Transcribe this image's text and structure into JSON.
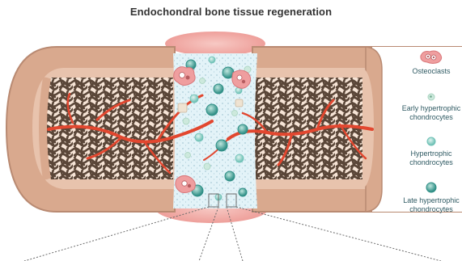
{
  "title": "Endochondral bone tissue regeneration",
  "legend": [
    {
      "label": "Osteoclasts",
      "icon": "osteoclast-icon"
    },
    {
      "label": "Early hypertrophic chondrocytes",
      "icon": "early-hypertrophic-chondrocyte-icon"
    },
    {
      "label": "Hypertrophic chondrocytes",
      "icon": "hypertrophic-chondrocyte-icon"
    },
    {
      "label": "Late hypertrophic chondrocytes",
      "icon": "late-hypertrophic-chondrocyte-icon"
    }
  ],
  "colors": {
    "cortex": "#d9a98e",
    "cortex_edge": "#b98a72",
    "marrow": "#f6e4d6",
    "trabecular": "#5a4638",
    "vessel": "#e2472f",
    "callus_halo": "#f2b7b2",
    "matrix": "#ddf1f6",
    "early_cell": "#a8d3bf",
    "hyper_cell": "#6fc1b6",
    "late_cell": "#3a9f96",
    "osteoclast": "#ef9e9f",
    "text": "#2f5a63"
  }
}
